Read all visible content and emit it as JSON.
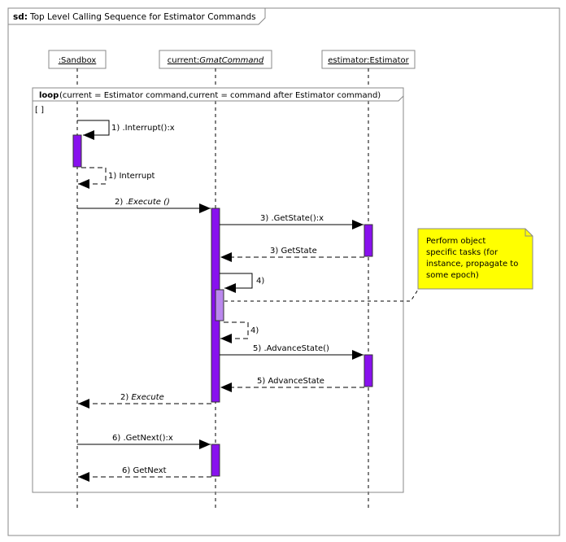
{
  "frame": {
    "keyword": "sd:",
    "title": "Top Level Calling Sequence for Estimator Commands"
  },
  "lifelines": [
    {
      "id": "sandbox",
      "prefix": "",
      "type": ":Sandbox"
    },
    {
      "id": "command",
      "prefix": "current:",
      "type": "GmatCommand"
    },
    {
      "id": "estimator",
      "prefix": "estimator:Estimator",
      "type": ""
    }
  ],
  "loop": {
    "keyword": "loop",
    "condition": "(current = Estimator command,current = command after Estimator command)",
    "guard": "[ ]"
  },
  "messages": {
    "m1_call": "1) .Interrupt():x",
    "m1_return": "1) Interrupt",
    "m2_call_num": "2) .",
    "m2_call_name": "Execute ()",
    "m3_call": "3) .GetState():x",
    "m3_return": "3) GetState",
    "m4_call": "4)",
    "m4_return": "4)",
    "m5_call": "5) .AdvanceState()",
    "m5_return": "5) AdvanceState",
    "m2_return_num": "2) ",
    "m2_return_name": "Execute",
    "m6_call": "6) .GetNext():x",
    "m6_return": "6) GetNext"
  },
  "note": {
    "lines": [
      "Perform object",
      "specific tasks (for",
      "instance, propagate to",
      "some epoch)"
    ]
  },
  "colors": {
    "activation": "#8811ee",
    "activation_light": "#bb88ee",
    "note_fill": "#ffff00",
    "frame_stroke": "#888888"
  }
}
